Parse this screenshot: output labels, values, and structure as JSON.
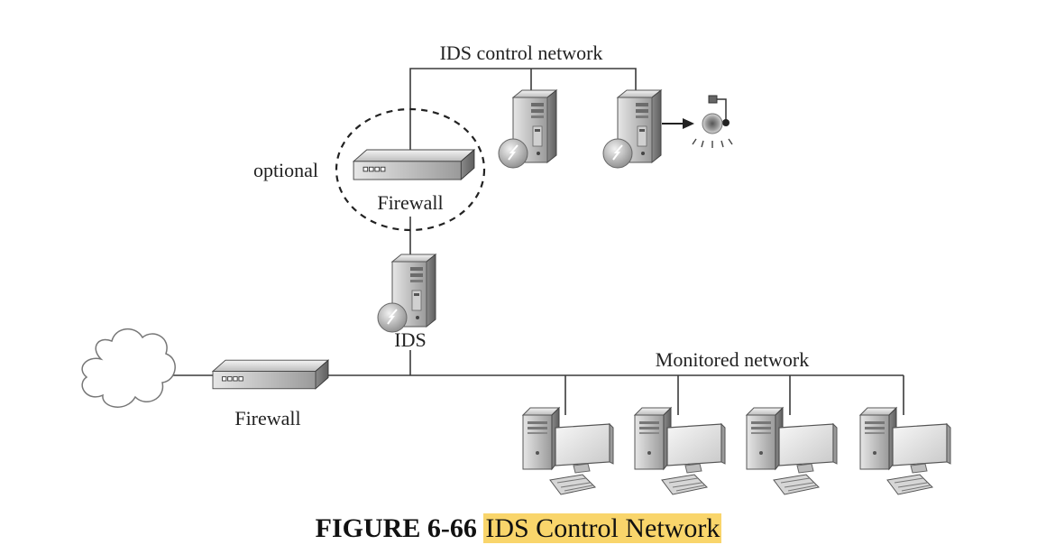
{
  "labels": {
    "control_network": "IDS control network",
    "optional": "optional",
    "firewall_optional": "Firewall",
    "ids": "IDS",
    "monitored_network": "Monitored network",
    "firewall_edge": "Firewall"
  },
  "caption": {
    "number": "FIGURE 6-66",
    "title": "IDS Control Network",
    "highlight_color": "#f9d56b"
  },
  "icons": [
    "cloud-icon",
    "firewall-icon",
    "server-icon",
    "alarm-icon",
    "desktop-computer-icon"
  ]
}
